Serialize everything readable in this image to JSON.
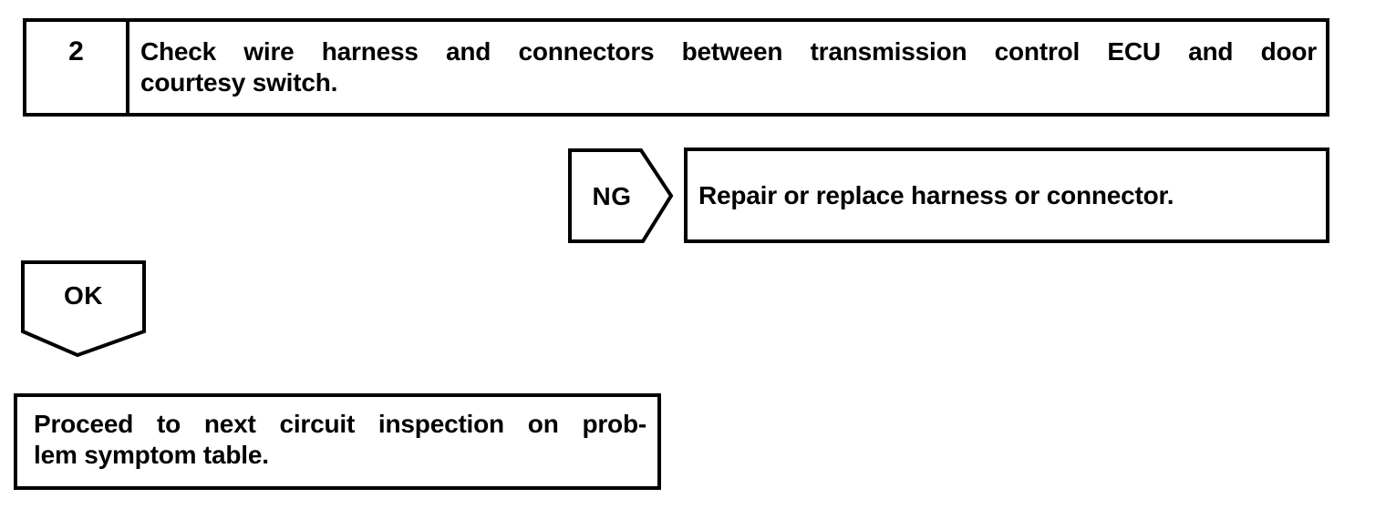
{
  "flowchart": {
    "step": {
      "number": "2",
      "instruction_line1": "Check wire harness and connectors between transmission control ECU and door",
      "instruction_line2": "courtesy switch."
    },
    "ng": {
      "label": "NG",
      "action": "Repair or replace harness or connector."
    },
    "ok": {
      "label": "OK"
    },
    "result": {
      "line1": "Proceed to next circuit inspection on prob-",
      "line2": "lem symptom table."
    },
    "colors": {
      "ink": "#000000",
      "paper": "#ffffff"
    }
  }
}
